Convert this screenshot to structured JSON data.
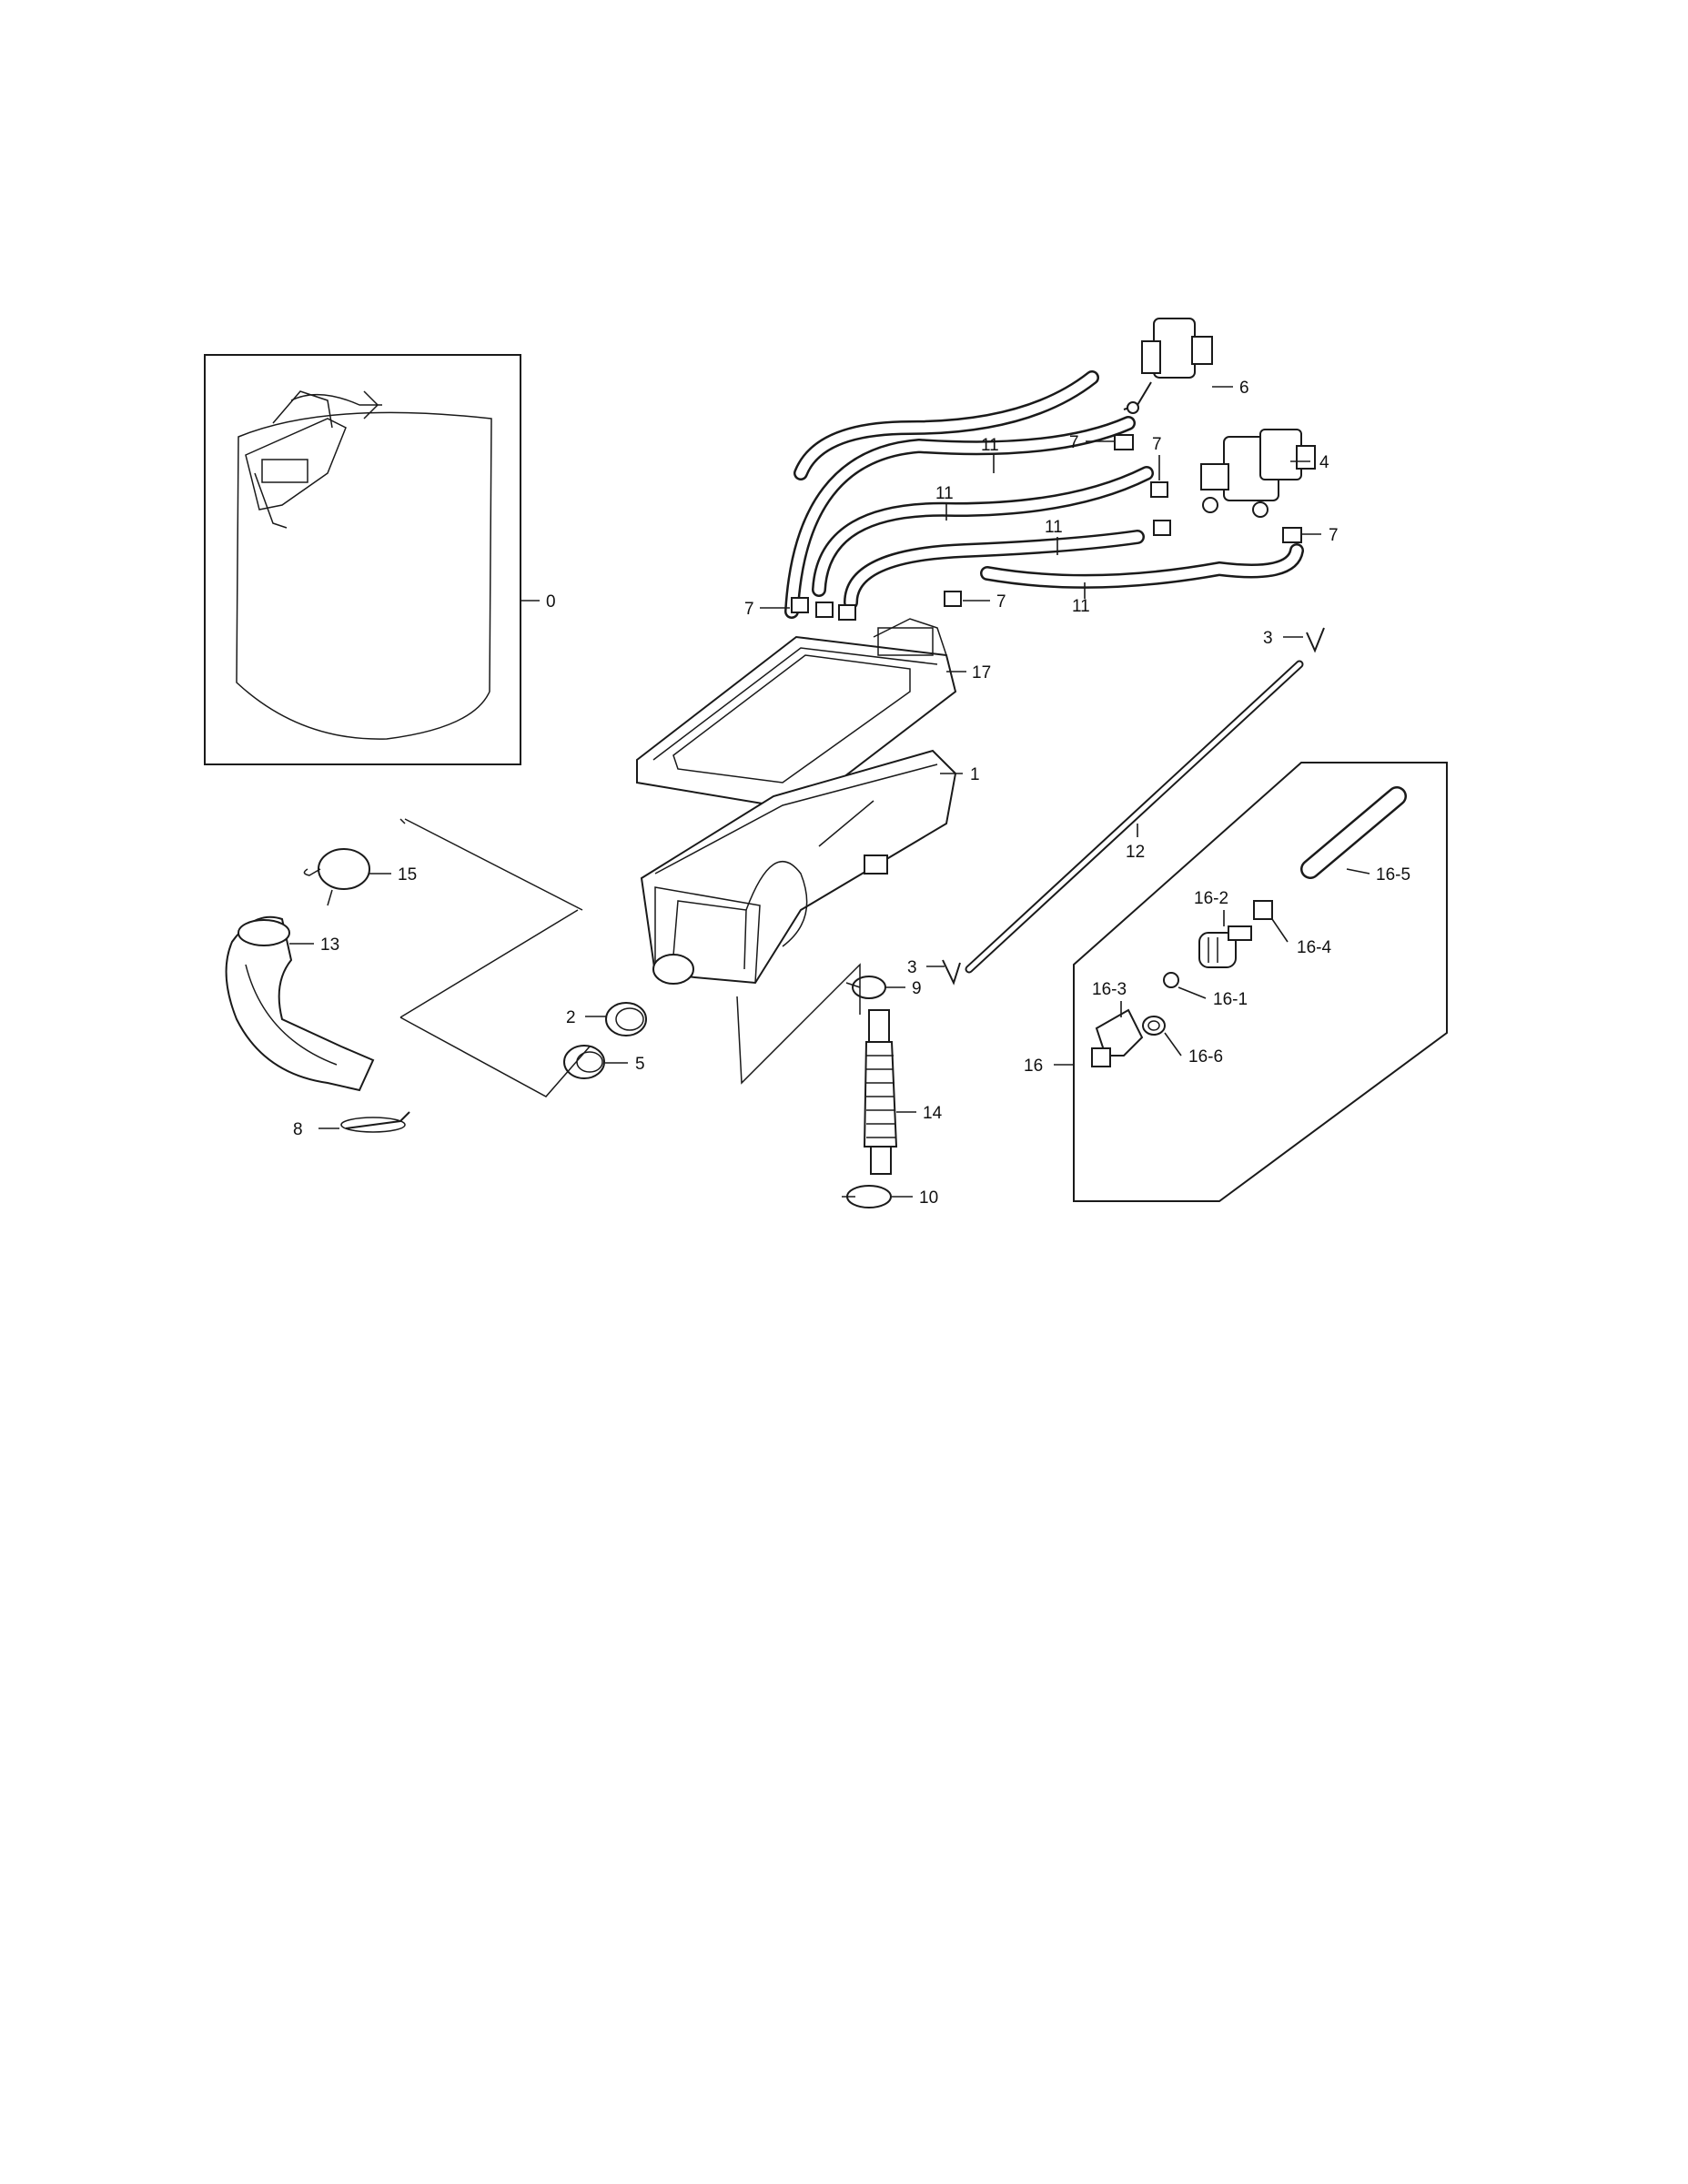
{
  "labels": {
    "p0": "0",
    "p1": "1",
    "p2": "2",
    "p3a": "3",
    "p3b": "3",
    "p4": "4",
    "p5": "5",
    "p6": "6",
    "p7a": "7",
    "p7b": "7",
    "p7c": "7",
    "p7d": "7",
    "p7e": "7",
    "p8": "8",
    "p9": "9",
    "p10": "10",
    "p11a": "11",
    "p11b": "11",
    "p11c": "11",
    "p11d": "11",
    "p12": "12",
    "p13": "13",
    "p14": "14",
    "p15": "15",
    "p16": "16",
    "p16_1": "16-1",
    "p16_2": "16-2",
    "p16_3": "16-3",
    "p16_4": "16-4",
    "p16_5": "16-5",
    "p16_6": "16-6",
    "p17": "17"
  }
}
